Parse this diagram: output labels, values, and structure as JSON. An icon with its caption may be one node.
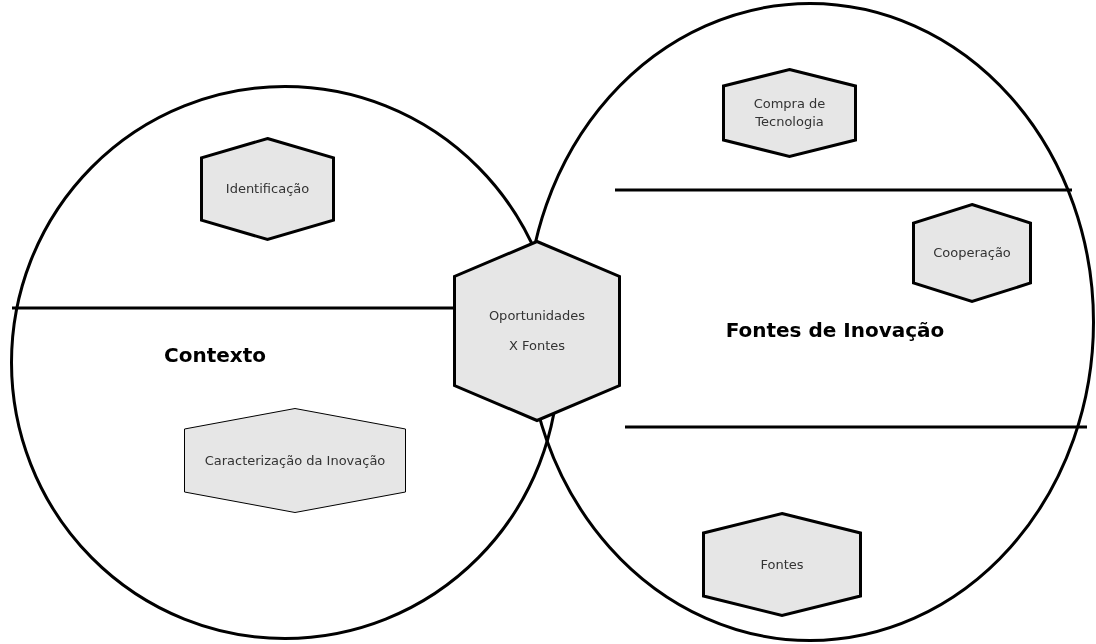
{
  "diagram": {
    "nodes": [
      {
        "text": [
          "Contexto"
        ]
      },
      {
        "text": [
          "Identificação"
        ],
        "in": 0
      },
      {
        "text": [
          "Caracterização da Inovação"
        ],
        "in": 0
      },
      {
        "text": [
          "Fontes de Inovação"
        ]
      },
      {
        "text": [
          "Compra de Tecnologia"
        ],
        "in": 3
      },
      {
        "text": [
          "Cooperação"
        ],
        "in": 3
      },
      {
        "text": [
          "Fontes"
        ],
        "in": 3
      },
      {
        "text": [
          "Oportunidades X Fontes"
        ]
      }
    ]
  }
}
